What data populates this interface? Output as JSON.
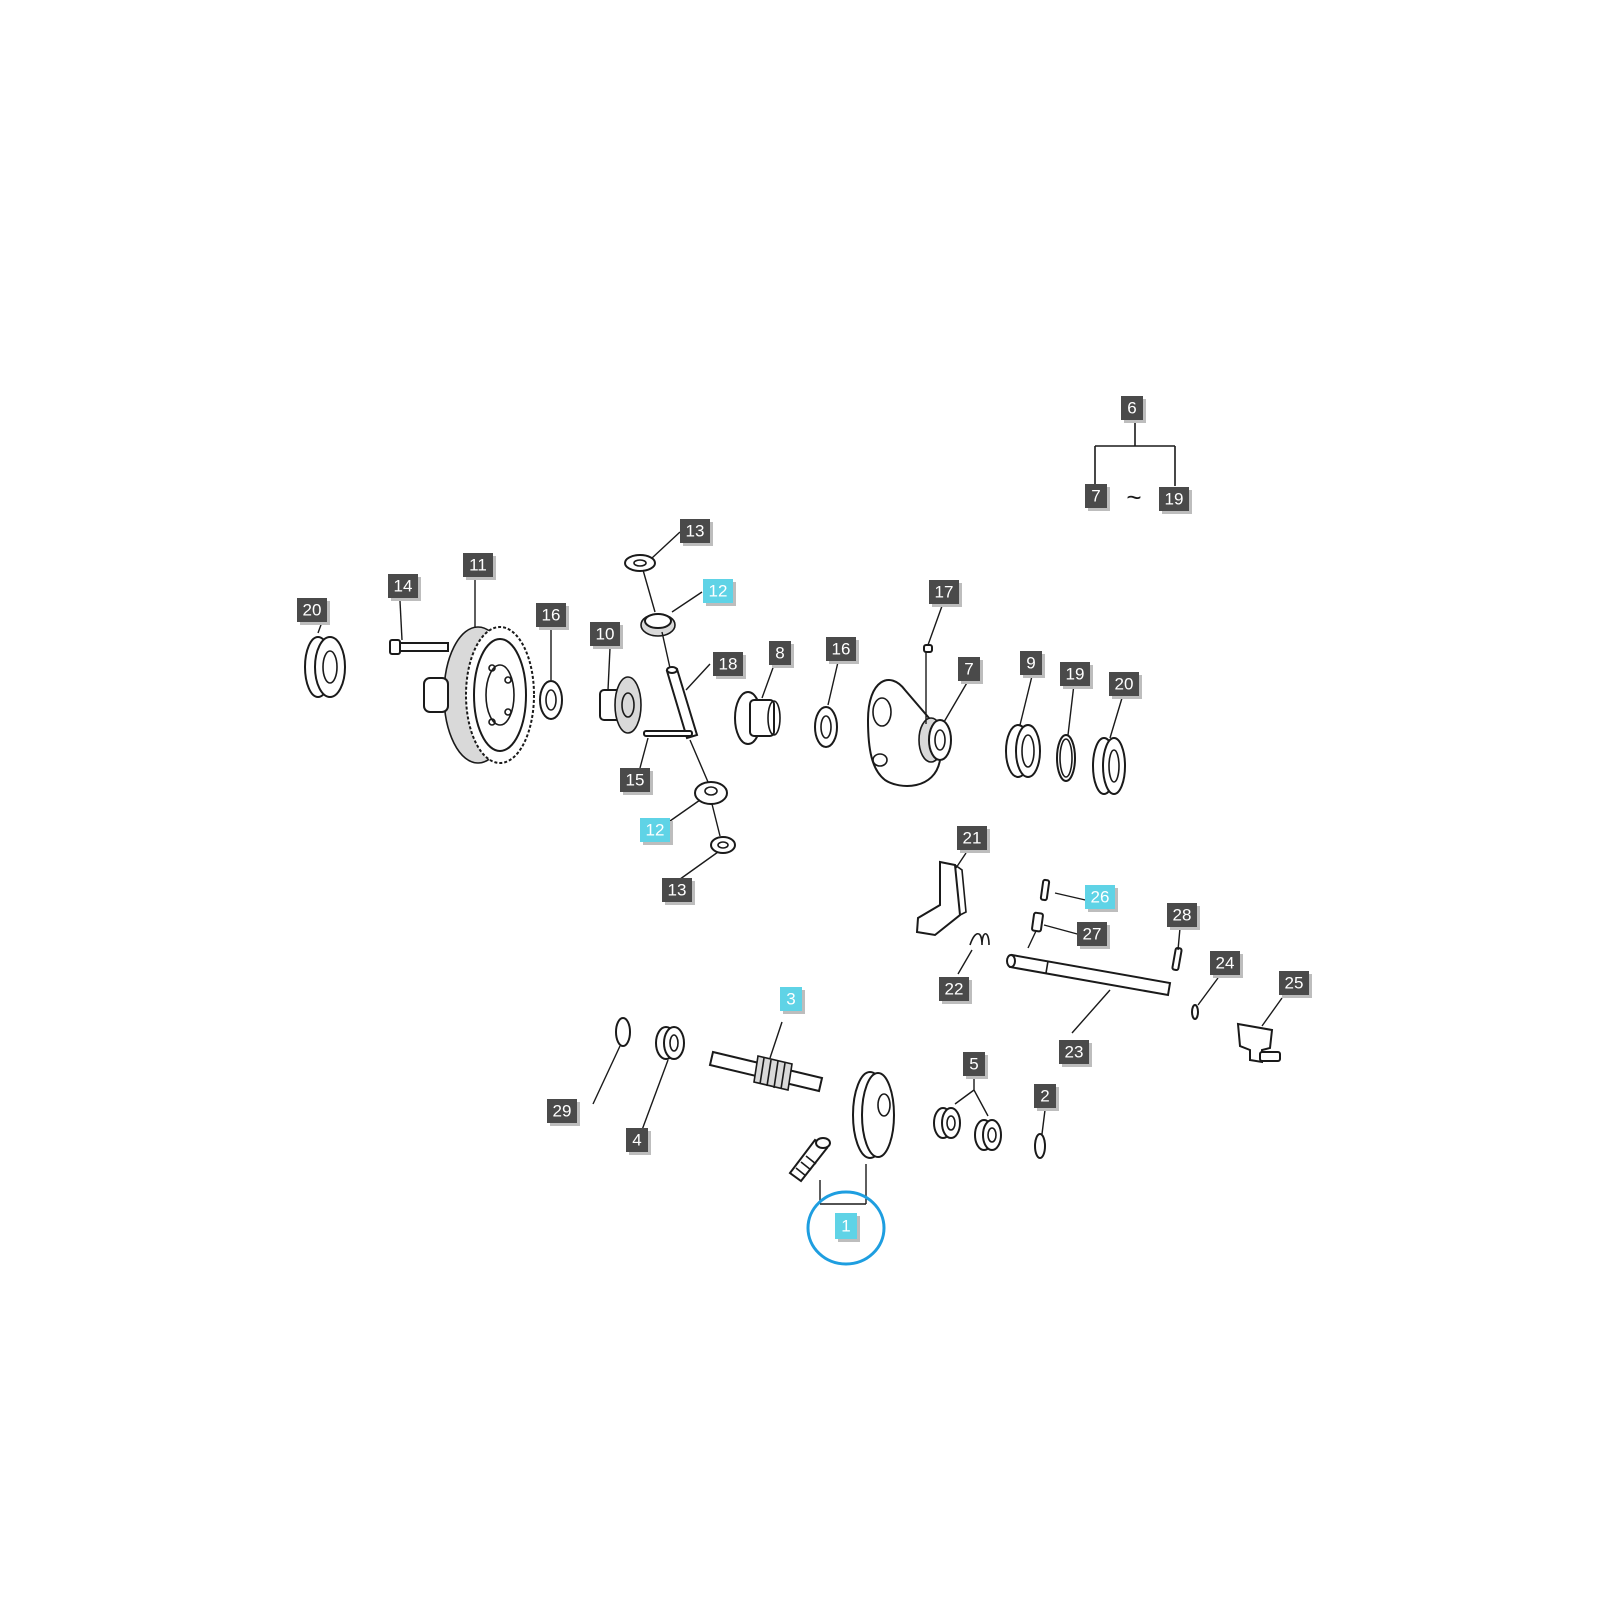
{
  "colors": {
    "label_bg": "#4a4a4a",
    "label_shadow": "#bdbdbd",
    "highlight_bg": "#5fd3e6",
    "highlight_ring": "#1e9ee0"
  },
  "labels": {
    "p1": "1",
    "p2": "2",
    "p3": "3",
    "p4": "4",
    "p5": "5",
    "p6": "6",
    "p7a": "7",
    "p7b": "7",
    "p8": "8",
    "p9": "9",
    "p10": "10",
    "p11": "11",
    "p12a": "12",
    "p12b": "12",
    "p13a": "13",
    "p13b": "13",
    "p14": "14",
    "p15": "15",
    "p16a": "16",
    "p16b": "16",
    "p17": "17",
    "p18": "18",
    "p19a": "19",
    "p19b": "19",
    "p20a": "20",
    "p20b": "20",
    "p21": "21",
    "p22": "22",
    "p23": "23",
    "p24": "24",
    "p25": "25",
    "p26": "26",
    "p27": "27",
    "p28": "28",
    "p29": "29"
  },
  "highlighted": [
    "1",
    "3",
    "12",
    "26"
  ],
  "range_symbol": "~"
}
